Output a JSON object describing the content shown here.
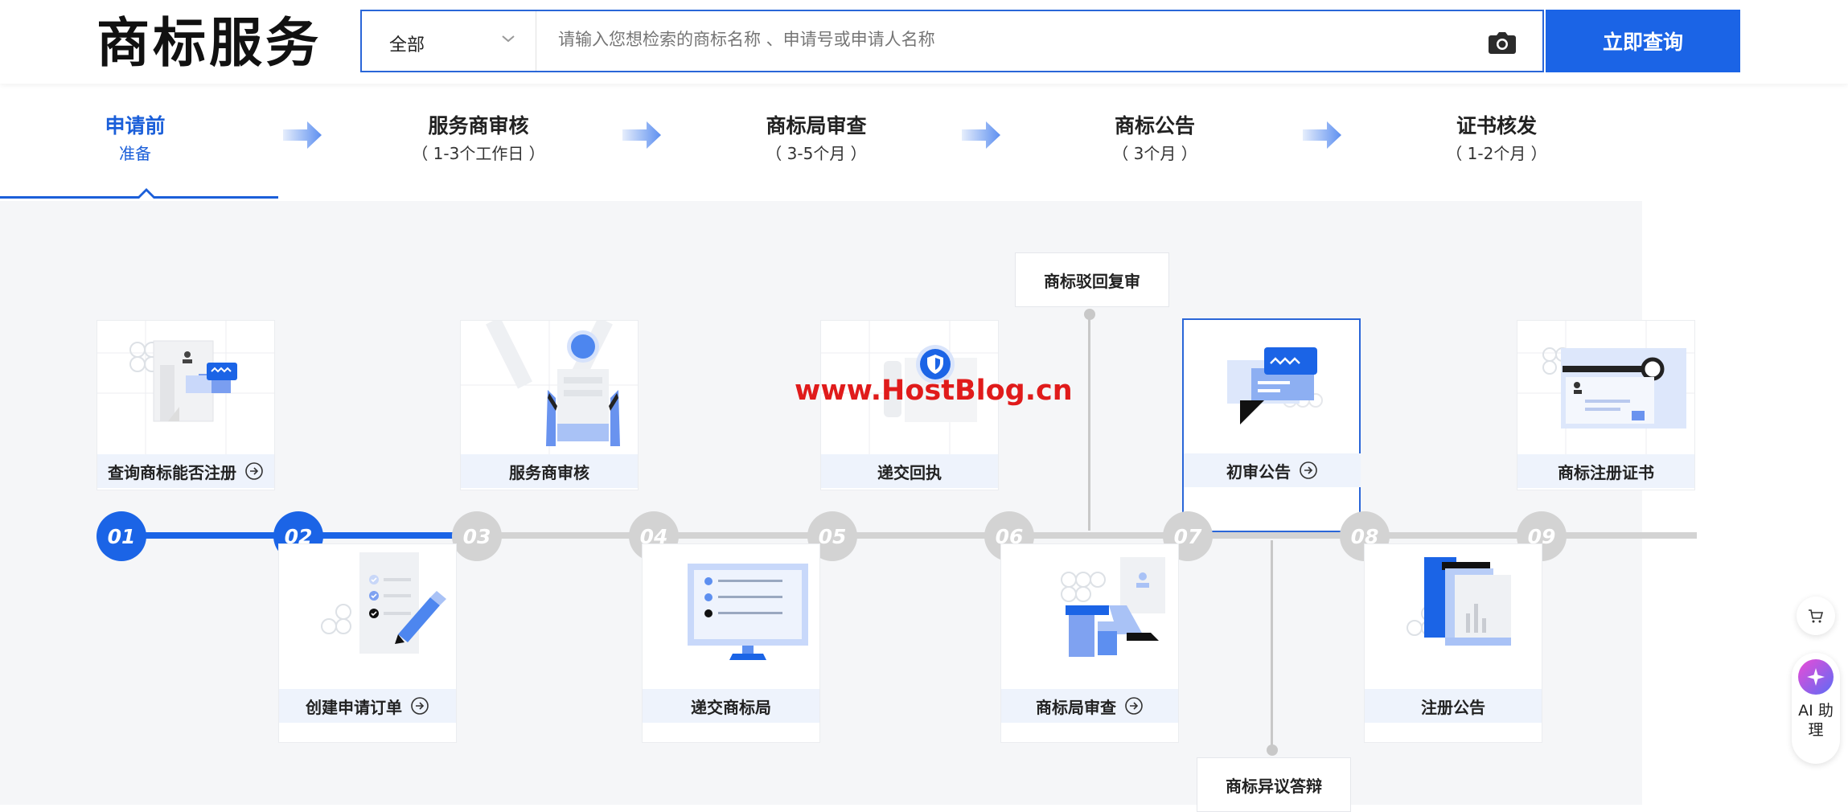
{
  "header": {
    "brand": "商标服务",
    "search": {
      "category": "全部",
      "placeholder": "请输入您想检索的商标名称 、申请号或申请人名称"
    },
    "query_button": "立即查询"
  },
  "steps": [
    {
      "title": "申请前",
      "sub": "准备",
      "active": true
    },
    {
      "title": "服务商审核",
      "sub": "（ 1-3个工作日 ）"
    },
    {
      "title": "商标局审查",
      "sub": "（ 3-5个月 ）"
    },
    {
      "title": "商标公告",
      "sub": "（ 3个月 ）"
    },
    {
      "title": "证书核发",
      "sub": "（ 1-2个月 ）"
    }
  ],
  "flow": {
    "nodes": [
      "01",
      "02",
      "03",
      "04",
      "05",
      "06",
      "07",
      "08",
      "09"
    ],
    "completed_count": 2,
    "top_cards": [
      {
        "label": "查询商标能否注册",
        "link": true
      },
      {
        "label": "服务商审核",
        "link": false
      },
      {
        "label": "递交回执",
        "link": false
      },
      {
        "label": "初审公告",
        "link": true
      },
      {
        "label": "商标注册证书",
        "link": false
      }
    ],
    "bottom_cards": [
      {
        "label": "创建申请订单",
        "link": true
      },
      {
        "label": "递交商标局",
        "link": false
      },
      {
        "label": "商标局审查",
        "link": true
      },
      {
        "label": "注册公告",
        "link": false
      }
    ],
    "branch_top": "商标驳回复审",
    "branch_bottom": "商标异议答辩"
  },
  "watermark": "www.HostBlog.cn",
  "floating": {
    "ai_label": "AI 助 理"
  },
  "colors": {
    "primary": "#1b64e6",
    "inactive": "#d3d3d3",
    "label_bg": "#eef3fc"
  }
}
